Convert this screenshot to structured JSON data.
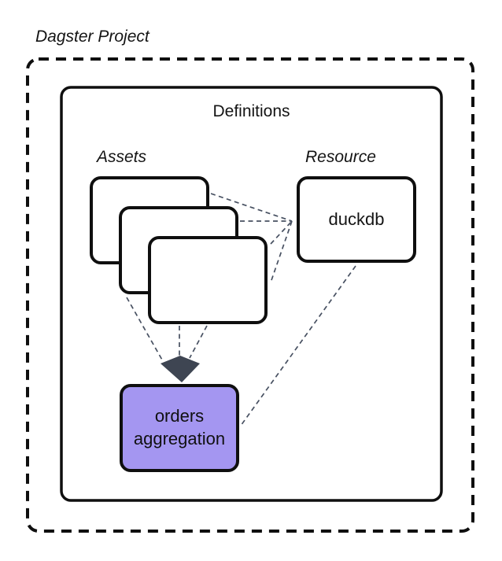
{
  "diagram": {
    "title": "Dagster Project",
    "definitions": {
      "label": "Definitions"
    },
    "assets_group": {
      "label": "Assets",
      "stacked_cards": 3
    },
    "resource_group": {
      "label": "Resource"
    },
    "nodes": {
      "resource_node": {
        "label": "duckdb"
      },
      "asset_node": {
        "label": "orders aggregation"
      }
    },
    "connections": [
      {
        "from": "asset-card-1",
        "to": "duckdb"
      },
      {
        "from": "asset-card-2",
        "to": "duckdb"
      },
      {
        "from": "asset-card-3",
        "to": "duckdb"
      },
      {
        "from": "duckdb-junction",
        "to": "asset-card-3-edge"
      },
      {
        "from": "asset-card-2",
        "to": "orders-aggregation-arrowhead"
      },
      {
        "from": "asset-card-3",
        "to": "orders-aggregation-arrowhead"
      },
      {
        "from": "asset-card-3",
        "to": "orders-aggregation-arrowhead"
      },
      {
        "from": "duckdb",
        "to": "orders-aggregation"
      }
    ],
    "colors": {
      "background": "#ffffff",
      "frame_border": "#0f0f0f",
      "node_border": "#0f0f0f",
      "asset_node_fill": "#a496f1",
      "connector": "#475061",
      "arrowhead": "#3e4552",
      "text": "#141414"
    }
  }
}
